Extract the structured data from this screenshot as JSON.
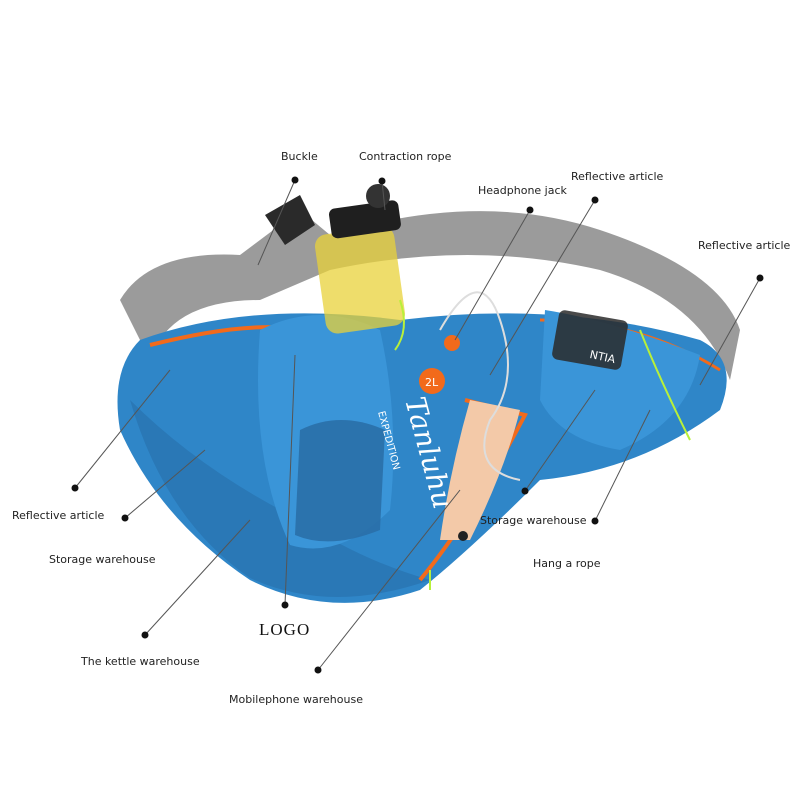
{
  "labels": {
    "buckle": "Buckle",
    "contraction_rope": "Contraction rope",
    "reflective_article_top": "Reflective article",
    "headphone_jack": "Headphone jack",
    "reflective_article_right": "Reflective article",
    "reflective_article_left": "Reflective article",
    "storage_warehouse_left": "Storage warehouse",
    "storage_warehouse_right": "Storage warehouse",
    "hang_a_rope": "Hang a rope",
    "logo": "LOGO",
    "kettle_warehouse": "The kettle warehouse",
    "mobilephone_warehouse": "Mobilephone warehouse"
  },
  "product_print": {
    "brand_script": "Tanluhu",
    "brand_sub": "EXPEDITION",
    "capacity": "2L",
    "panel_text": "NTIA"
  },
  "colors": {
    "bag_blue": "#2f86c8",
    "trim_orange": "#f26a1b",
    "strap_gray": "#8a8a8a",
    "bottle_yellow": "#e8d23a",
    "cord_green": "#b8f03a"
  }
}
